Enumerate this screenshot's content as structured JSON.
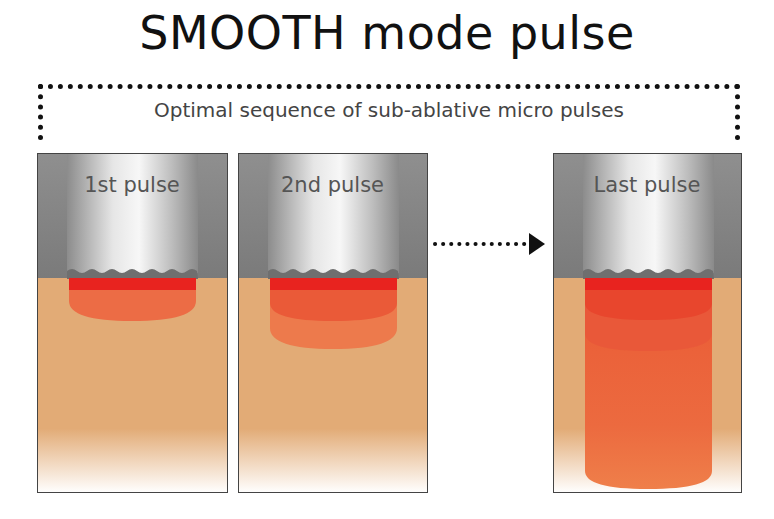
{
  "diagram": {
    "title": "SMOOTH mode pulse",
    "nodes": [
      {
        "text": [
          "Optimal sequence of sub-ablative micro pulses"
        ]
      },
      {
        "text": [
          "1st pulse"
        ]
      },
      {
        "text": [
          "2nd pulse"
        ]
      },
      {
        "text": [
          "Last pulse"
        ]
      }
    ],
    "edges": [
      {
        "from": 2,
        "to": 3,
        "arrow": "to"
      }
    ]
  }
}
